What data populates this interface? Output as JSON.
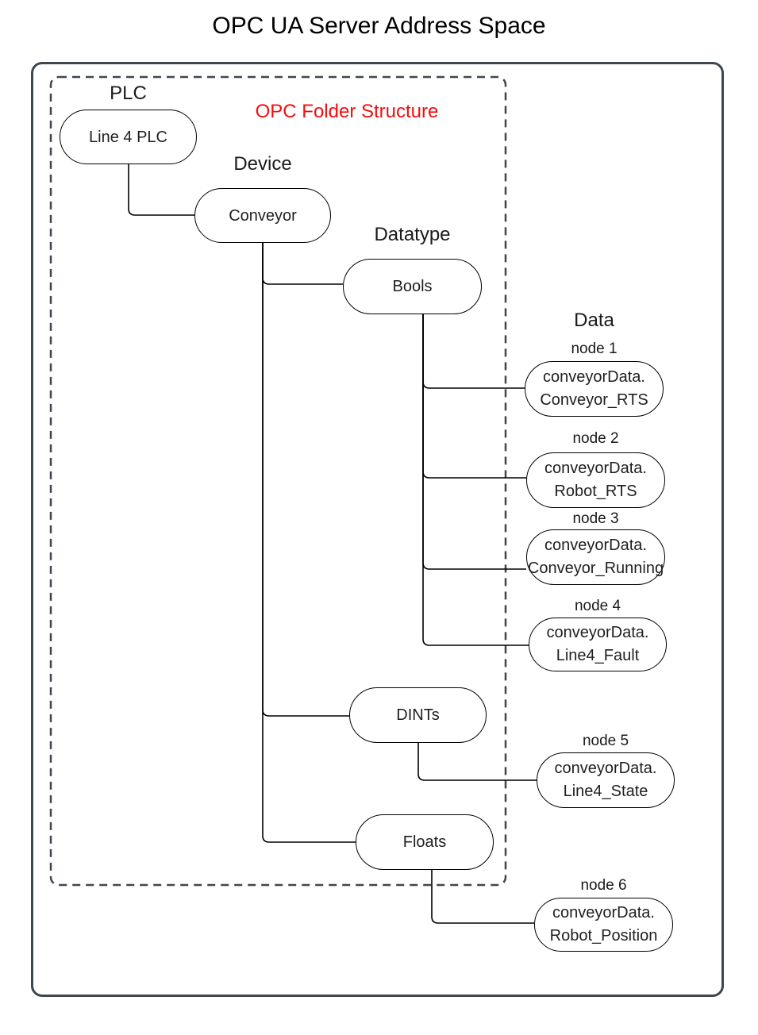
{
  "title": "OPC UA Server Address Space",
  "annotation": {
    "label": "OPC Folder Structure",
    "color": "#f50d0d"
  },
  "colors": {
    "boundary_gray": "#3f4650",
    "node_stroke": "#000000"
  },
  "columns": {
    "plc": "PLC",
    "device": "Device",
    "datatype": "Datatype",
    "data": "Data"
  },
  "nodes": {
    "plc": {
      "label": "Line 4 PLC"
    },
    "device": {
      "label": "Conveyor"
    },
    "datatypes": [
      {
        "label": "Bools"
      },
      {
        "label": "DINTs"
      },
      {
        "label": "Floats"
      }
    ],
    "data_nodes": [
      {
        "caption": "node 1",
        "line1": "conveyorData.",
        "line2": "Conveyor_RTS",
        "parent": "Bools"
      },
      {
        "caption": "node 2",
        "line1": "conveyorData.",
        "line2": "Robot_RTS",
        "parent": "Bools"
      },
      {
        "caption": "node 3",
        "line1": "conveyorData.",
        "line2": "Conveyor_Running",
        "parent": "Bools"
      },
      {
        "caption": "node 4",
        "line1": "conveyorData.",
        "line2": "Line4_Fault",
        "parent": "Bools"
      },
      {
        "caption": "node 5",
        "line1": "conveyorData.",
        "line2": "Line4_State",
        "parent": "DINTs"
      },
      {
        "caption": "node 6",
        "line1": "conveyorData.",
        "line2": "Robot_Position",
        "parent": "Floats"
      }
    ]
  }
}
